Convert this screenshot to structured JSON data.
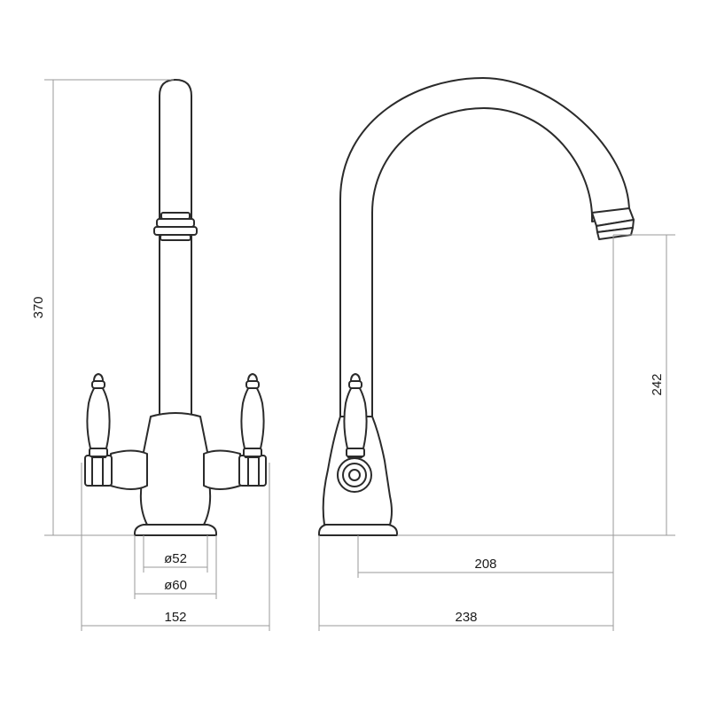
{
  "dimensions": {
    "height_total": "370",
    "height_spout": "242",
    "base_inner_diameter": "ø52",
    "base_outer_diameter": "ø60",
    "width_front": "152",
    "reach_spout": "208",
    "depth_side": "238"
  },
  "colors": {
    "line": "#2b2b2b",
    "dimension_line": "#9a9a9a",
    "text": "#1a1a1a"
  }
}
